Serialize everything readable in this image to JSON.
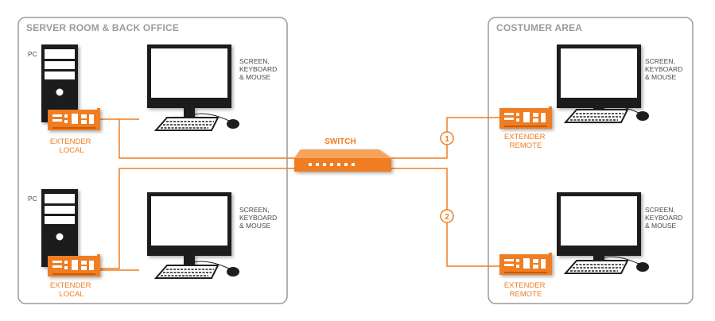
{
  "zones": {
    "left_title": "SERVER ROOM & BACK OFFICE",
    "right_title": "COSTUMER AREA"
  },
  "pc_label": "PC",
  "switch_label": "SWITCH",
  "peripheral_label": [
    "SCREEN,",
    "KEYBOARD",
    "& MOUSE"
  ],
  "extender_local": [
    "EXTENDER",
    "LOCAL"
  ],
  "extender_remote": [
    "EXTENDER",
    "REMOTE"
  ],
  "links": [
    "1",
    "2"
  ],
  "colors": {
    "accent": "#f07d20",
    "zone_border": "#9a9a9a",
    "device_dark": "#1e1e1e",
    "text_gray": "#9b9b9b"
  }
}
